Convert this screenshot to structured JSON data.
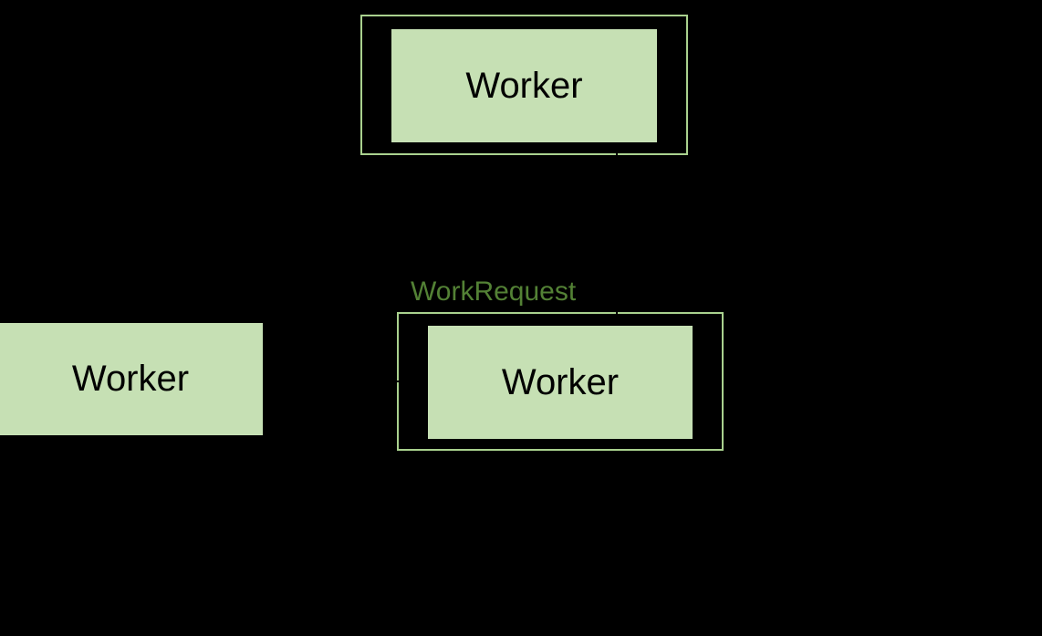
{
  "canvas": {
    "background_color": "#000000"
  },
  "colors": {
    "node_fill": "#c6e0b4",
    "group_border": "#a9d18e",
    "group_label_text": "#538135",
    "node_text": "#000000",
    "connector": "#000000"
  },
  "nodes": {
    "top_worker": {
      "label": "Worker"
    },
    "left_worker": {
      "label": "Worker"
    },
    "center_worker": {
      "label": "Worker"
    }
  },
  "groups": {
    "workrequest": {
      "label": "WorkRequest"
    }
  },
  "edges": [
    {
      "from": "top_worker",
      "to": "workrequest_group",
      "orientation": "vertical"
    },
    {
      "from": "left_worker",
      "to": "workrequest_group",
      "orientation": "horizontal"
    }
  ]
}
